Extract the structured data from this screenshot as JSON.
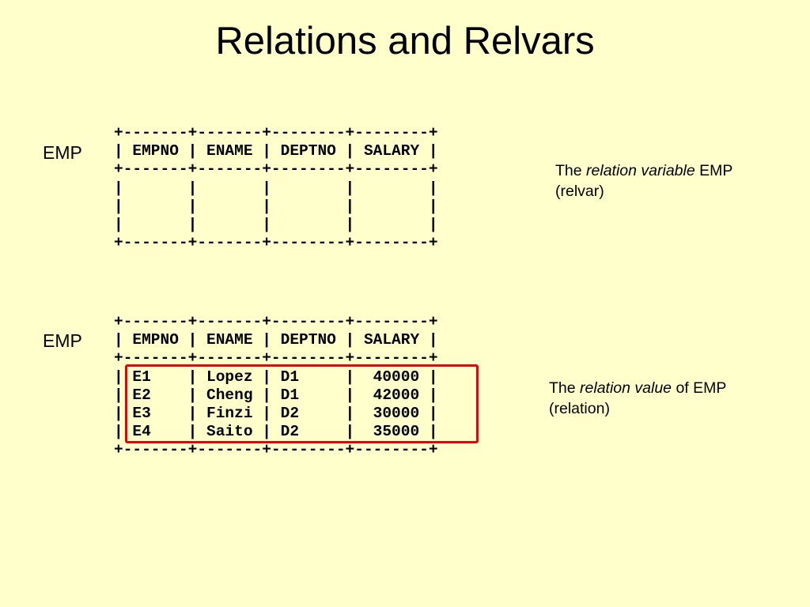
{
  "slide": {
    "title": "Relations and Relvars"
  },
  "relvar_block": {
    "label": "EMP",
    "lines": [
      "+-------+-------+--------+--------+",
      "| EMPNO | ENAME | DEPTNO | SALARY |",
      "+-------+-------+--------+--------+",
      "|       |       |        |        |",
      "|       |       |        |        |",
      "|       |       |        |        |",
      "+-------+-------+--------+--------+"
    ],
    "note": {
      "prefix": "The ",
      "emphasis": "relation variable",
      "suffix": " EMP",
      "line2": "(relvar)"
    }
  },
  "relation_block": {
    "label": "EMP",
    "lines": [
      "+-------+-------+--------+--------+",
      "| EMPNO | ENAME | DEPTNO | SALARY |",
      "+-------+-------+--------+--------+",
      "| E1    | Lopez | D1     |  40000 |",
      "| E2    | Cheng | D1     |  42000 |",
      "| E3    | Finzi | D2     |  30000 |",
      "| E4    | Saito | D2     |  35000 |",
      "+-------+-------+--------+--------+"
    ],
    "note": {
      "prefix": "The ",
      "emphasis": "relation value",
      "suffix": " of EMP",
      "line2": "(relation)"
    }
  }
}
